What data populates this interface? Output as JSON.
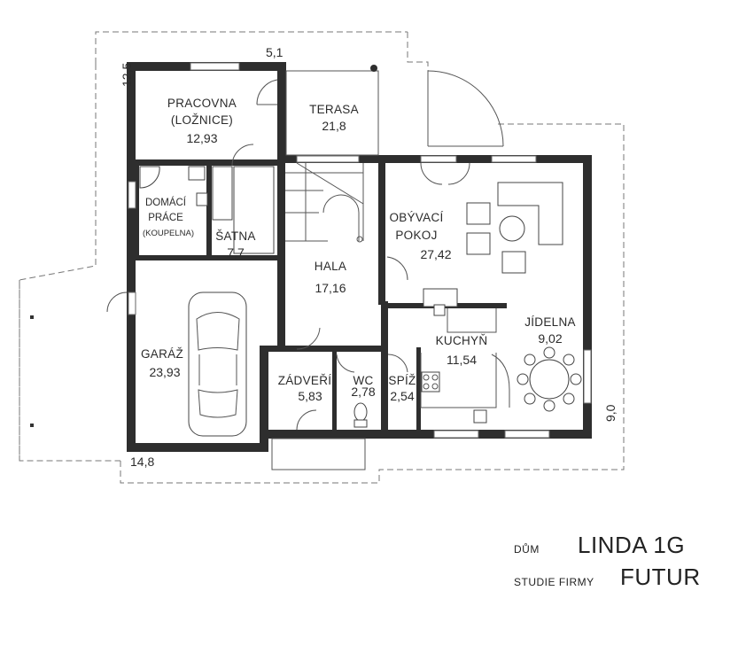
{
  "plan": {
    "dimensions": {
      "top": "5,1",
      "left": "12,5",
      "bottom": "14,8",
      "right": "9,0"
    },
    "rooms": {
      "pracovna": {
        "name_1": "PRACOVNA",
        "name_2": "(LOŽNICE)",
        "area": "12,93"
      },
      "terasa": {
        "name": "TERASA",
        "area": "21,8"
      },
      "domaci": {
        "name_1": "DOMÁCÍ",
        "name_2": "PRÁCE",
        "name_3": "(KOUPELNA)"
      },
      "satna": {
        "name": "ŠATNA",
        "area": "7,7"
      },
      "obyvaci": {
        "name_1": "OBÝVACÍ",
        "name_2": "POKOJ",
        "area": "27,42"
      },
      "hala": {
        "name": "HALA",
        "area": "17,16"
      },
      "jidelna": {
        "name": "JÍDELNA",
        "area": "9,02"
      },
      "kuchyn": {
        "name": "KUCHYŇ",
        "area": "11,54"
      },
      "garaz": {
        "name": "GARÁŽ",
        "area": "23,93"
      },
      "zadveri": {
        "name": "ZÁDVEŘÍ",
        "area": "5,83"
      },
      "wc": {
        "name": "WC",
        "area": "2,78"
      },
      "spiz": {
        "name": "SPÍŽ",
        "area": "2,54"
      }
    }
  },
  "title_block": {
    "dum_label": "DŮM",
    "house_name": "LINDA 1G",
    "studio_label": "STUDIE FIRMY",
    "firm_name": "FUTUR"
  },
  "colors": {
    "walls": "#2e2e2e",
    "lines": "#555555",
    "background": "#ffffff"
  }
}
